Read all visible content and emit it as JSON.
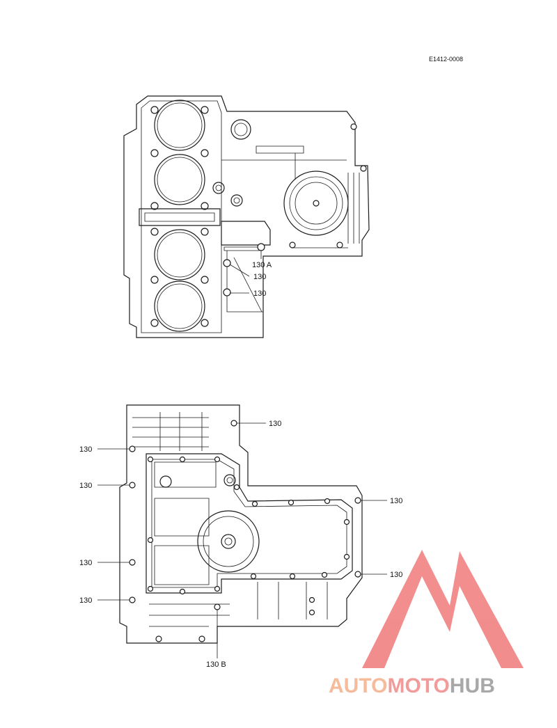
{
  "figure_ref": "E1412-0008",
  "upper_view": {
    "callouts": [
      "130 A",
      "130",
      "130"
    ]
  },
  "lower_view": {
    "callouts": [
      "130",
      "130",
      "130",
      "130",
      "130",
      "130",
      "130",
      "130 B"
    ]
  },
  "watermark": {
    "parts": [
      "AUTO",
      "MOTO",
      "HUB"
    ],
    "colors": {
      "auto": "#f5b08a",
      "moto": "#f08a8a",
      "hub": "#9a9a9a",
      "triangle": "#f07a7a"
    }
  }
}
